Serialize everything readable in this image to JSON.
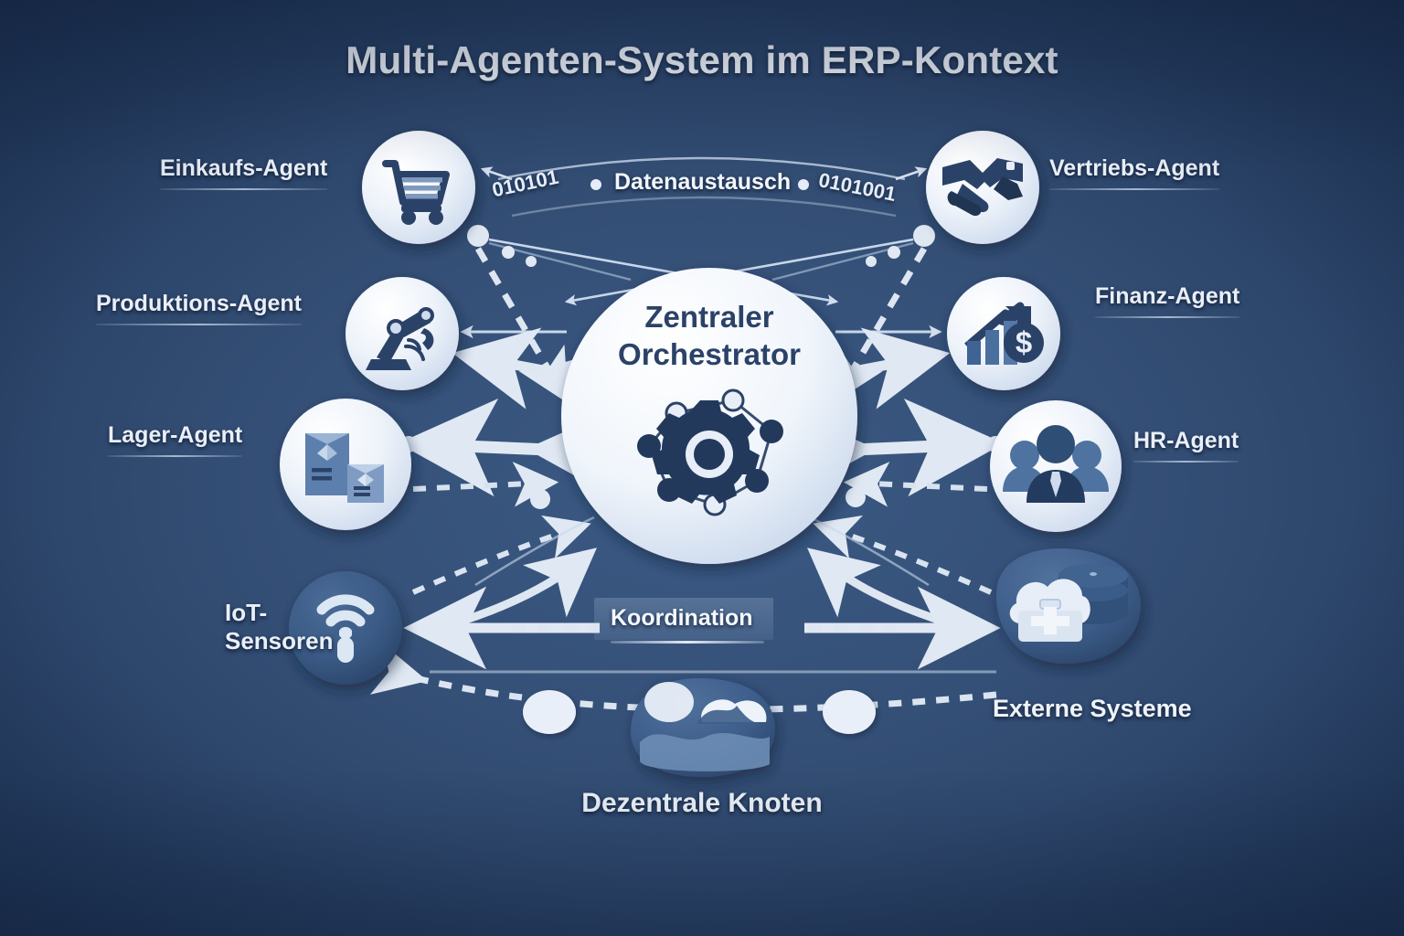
{
  "title": "Multi-Agenten-System im ERP-Kontext",
  "center": {
    "line1": "Zentraler",
    "line2": "Orchestrator",
    "icon": "gear-network-icon"
  },
  "agents": [
    {
      "id": "einkauf",
      "label": "Einkaufs-Agent",
      "icon": "shopping-cart-icon",
      "side": "left"
    },
    {
      "id": "produktion",
      "label": "Produktions-Agent",
      "icon": "robot-arm-icon",
      "side": "left"
    },
    {
      "id": "lager",
      "label": "Lager-Agent",
      "icon": "boxes-icon",
      "side": "left"
    },
    {
      "id": "vertrieb",
      "label": "Vertriebs-Agent",
      "icon": "handshake-icon",
      "side": "right"
    },
    {
      "id": "finanz",
      "label": "Finanz-Agent",
      "icon": "growth-chart-dollar-icon",
      "side": "right"
    },
    {
      "id": "hr",
      "label": "HR-Agent",
      "icon": "people-group-icon",
      "side": "right"
    }
  ],
  "flows": {
    "datenaustausch": "Datenaustausch",
    "binary_left": "010101",
    "binary_right": "0101001",
    "koordination": "Koordination"
  },
  "nodes": {
    "iot_line1": "IoT-",
    "iot_line2": "Sensoren",
    "iot_icon": "wifi-signal-icon",
    "externe": "Externe Systeme",
    "externe_icon": "cloud-database-icon",
    "dezentral": "Dezentrale Knoten",
    "dezentral_icon": "cloud-landscape-blob-icon"
  },
  "colors": {
    "bg_dark": "#1c3152",
    "bg_mid": "#355077",
    "bg_light": "#3a5984",
    "icon_disc": "#e8eef7",
    "icon_ink": "#2b4268",
    "arrow": "#e4ecf7",
    "text": "#eef3fa"
  }
}
